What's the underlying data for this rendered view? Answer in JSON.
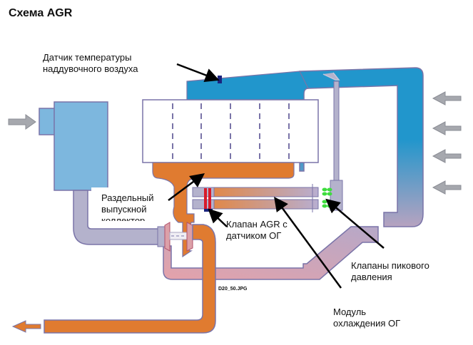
{
  "title": "Схема AGR",
  "image_filename": "D20_50.JPG",
  "labels": {
    "charge_air_temp_sensor": [
      "Датчик температуры",
      "наддувочного воздуха"
    ],
    "split_exhaust_manifold": [
      "Раздельный",
      "выпускной",
      "коллектор"
    ],
    "agr_valve": [
      "Клапан AGR с",
      "датчиком ОГ"
    ],
    "peak_pressure_valves": [
      "Клапаны пикового",
      "давления"
    ],
    "exhaust_cooling_module": [
      "Модуль",
      "охлаждения ОГ"
    ]
  },
  "colors": {
    "intake_blue": "#2196cc",
    "air_filter_blue": "#7db7de",
    "exhaust_orange": "#e07b30",
    "pipe_lilac": "#b4b2cc",
    "recirc_pink": "#dca0a8",
    "outline": "#7a74a8",
    "sensor_navy": "#1a237e",
    "valve_red": "#d81b2a",
    "peak_valve_green": "#3ddc3d",
    "arrow_grey": "#a6a8ae"
  }
}
